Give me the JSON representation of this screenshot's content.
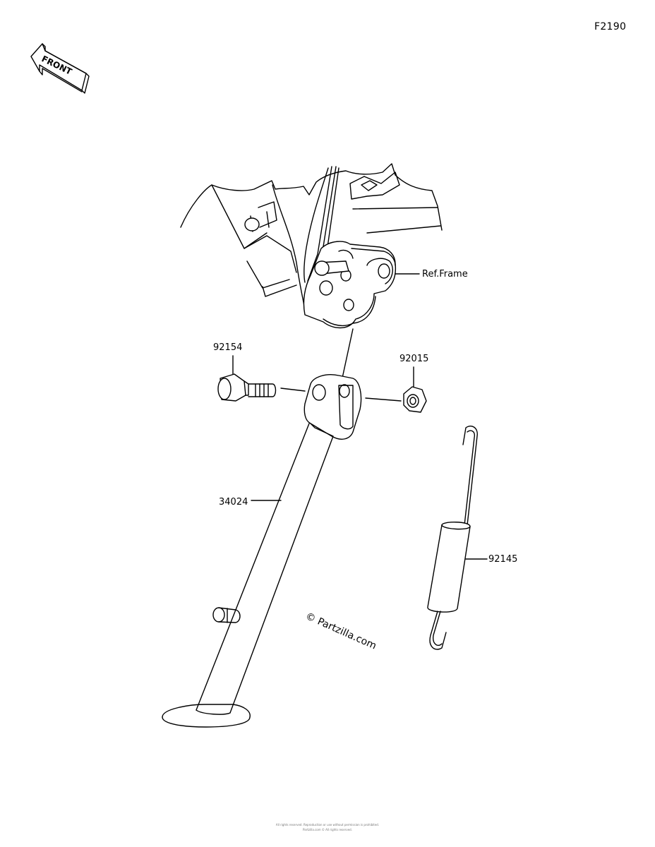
{
  "diagram": {
    "diagram_code": "F2190",
    "front_label": "FRONT",
    "watermark": "© Partzilla.com",
    "copyright_line_1": "All rights reserved. Reproduction or use without permission is prohibited.",
    "copyright_line_2": "Partzilla.com © All rights reserved."
  },
  "callouts": [
    {
      "id": "ref-frame",
      "label": "Ref.Frame"
    },
    {
      "id": "92154",
      "label": "92154"
    },
    {
      "id": "92015",
      "label": "92015"
    },
    {
      "id": "34024",
      "label": "34024"
    },
    {
      "id": "92145",
      "label": "92145"
    }
  ]
}
